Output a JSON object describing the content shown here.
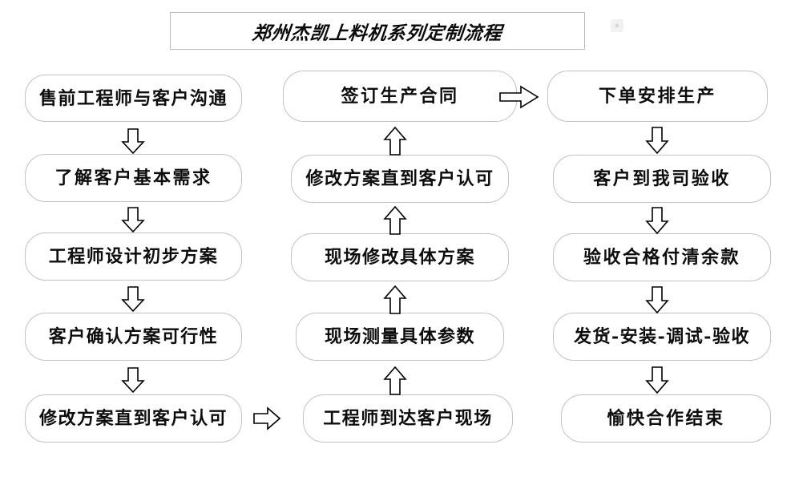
{
  "title": {
    "text": "郑州杰凯上料机系列定制流程"
  },
  "colors": {
    "page_background": "#ffffff",
    "node_border": "#c2c2c2",
    "title_border": "#b9b9b9",
    "text": "#0d0d0d",
    "arrow_stroke": "#000000",
    "arrow_fill": "#ffffff"
  },
  "columns": [
    {
      "name": "pre-sales-column",
      "nodes": [
        {
          "label": "售前工程师与客户沟通"
        },
        {
          "label": "了解客户基本需求"
        },
        {
          "label": "工程师设计初步方案"
        },
        {
          "label": "客户确认方案可行性"
        },
        {
          "label": "修改方案直到客户认可"
        }
      ]
    },
    {
      "name": "onsite-column",
      "nodes": [
        {
          "label": "签订生产合同"
        },
        {
          "label": "修改方案直到客户认可"
        },
        {
          "label": "现场修改具体方案"
        },
        {
          "label": "现场测量具体参数"
        },
        {
          "label": "工程师到达客户现场"
        }
      ]
    },
    {
      "name": "production-column",
      "nodes": [
        {
          "label": "下单安排生产"
        },
        {
          "label": "客户到我司验收"
        },
        {
          "label": "验收合格付清余款"
        },
        {
          "label": "发货-安装-调试-验收"
        },
        {
          "label": "愉快合作结束"
        }
      ]
    }
  ],
  "connectors": {
    "left_down": [
      "arrow-down-icon",
      "arrow-down-icon",
      "arrow-down-icon",
      "arrow-down-icon"
    ],
    "middle_up": [
      "arrow-up-icon",
      "arrow-up-icon",
      "arrow-up-icon",
      "arrow-up-icon"
    ],
    "right_down": [
      "arrow-down-icon",
      "arrow-down-icon",
      "arrow-down-icon",
      "arrow-down-icon"
    ],
    "left_to_middle": "arrow-right-icon",
    "middle_to_right": "arrow-right-icon"
  }
}
